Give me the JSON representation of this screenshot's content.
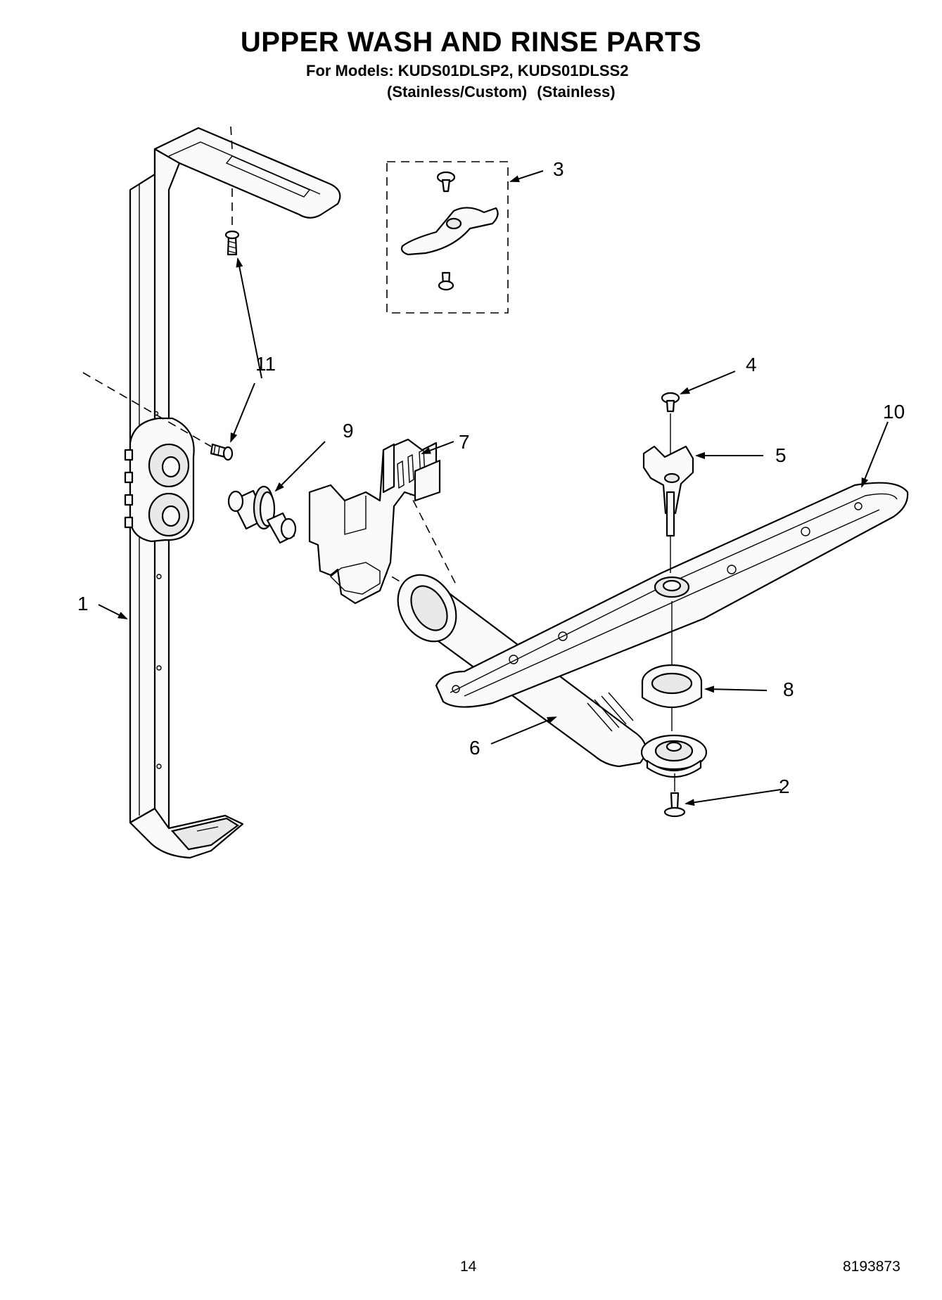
{
  "header": {
    "title": "UPPER WASH AND RINSE PARTS",
    "models_line": "For Models: KUDS01DLSP2, KUDS01DLSS2",
    "finishes": [
      "(Stainless/Custom)",
      "(Stainless)"
    ]
  },
  "callouts": [
    {
      "id": "1",
      "label": "1"
    },
    {
      "id": "2",
      "label": "2"
    },
    {
      "id": "3",
      "label": "3"
    },
    {
      "id": "4",
      "label": "4"
    },
    {
      "id": "5",
      "label": "5"
    },
    {
      "id": "6",
      "label": "6"
    },
    {
      "id": "7",
      "label": "7"
    },
    {
      "id": "8",
      "label": "8"
    },
    {
      "id": "9",
      "label": "9"
    },
    {
      "id": "10",
      "label": "10"
    },
    {
      "id": "11",
      "label": "11"
    }
  ],
  "footer": {
    "page_number": "14",
    "document_number": "8193873"
  }
}
